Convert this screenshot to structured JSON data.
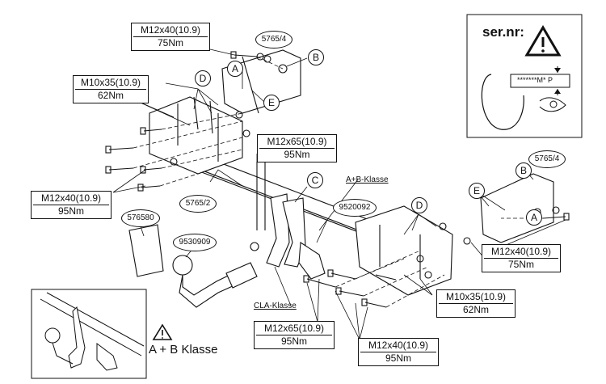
{
  "torque_labels": [
    {
      "spec": "M12x40(10.9)",
      "torque": "75Nm"
    },
    {
      "spec": "M10x35(10.9)",
      "torque": "62Nm"
    },
    {
      "spec": "M12x65(10.9)",
      "torque": "95Nm"
    },
    {
      "spec": "M12x40(10.9)",
      "torque": "95Nm"
    },
    {
      "spec": "M12x40(10.9)",
      "torque": "75Nm"
    },
    {
      "spec": "M10x35(10.9)",
      "torque": "62Nm"
    },
    {
      "spec": "M12x65(10.9)",
      "torque": "95Nm"
    },
    {
      "spec": "M12x40(10.9)",
      "torque": "95Nm"
    }
  ],
  "part_numbers": [
    "5765/4",
    "5765/2",
    "576580",
    "9530909",
    "9520092",
    "5765/4"
  ],
  "letters": [
    "A",
    "B",
    "E",
    "D",
    "C",
    "D",
    "E",
    "B",
    "A"
  ],
  "class_labels": {
    "ab": "A+B-Klasse",
    "cla": "CLA-Klasse"
  },
  "warning": {
    "ser_label": "ser.nr:",
    "serial_text": "*******M* P"
  },
  "inset": {
    "caption": "A + B Klasse"
  }
}
